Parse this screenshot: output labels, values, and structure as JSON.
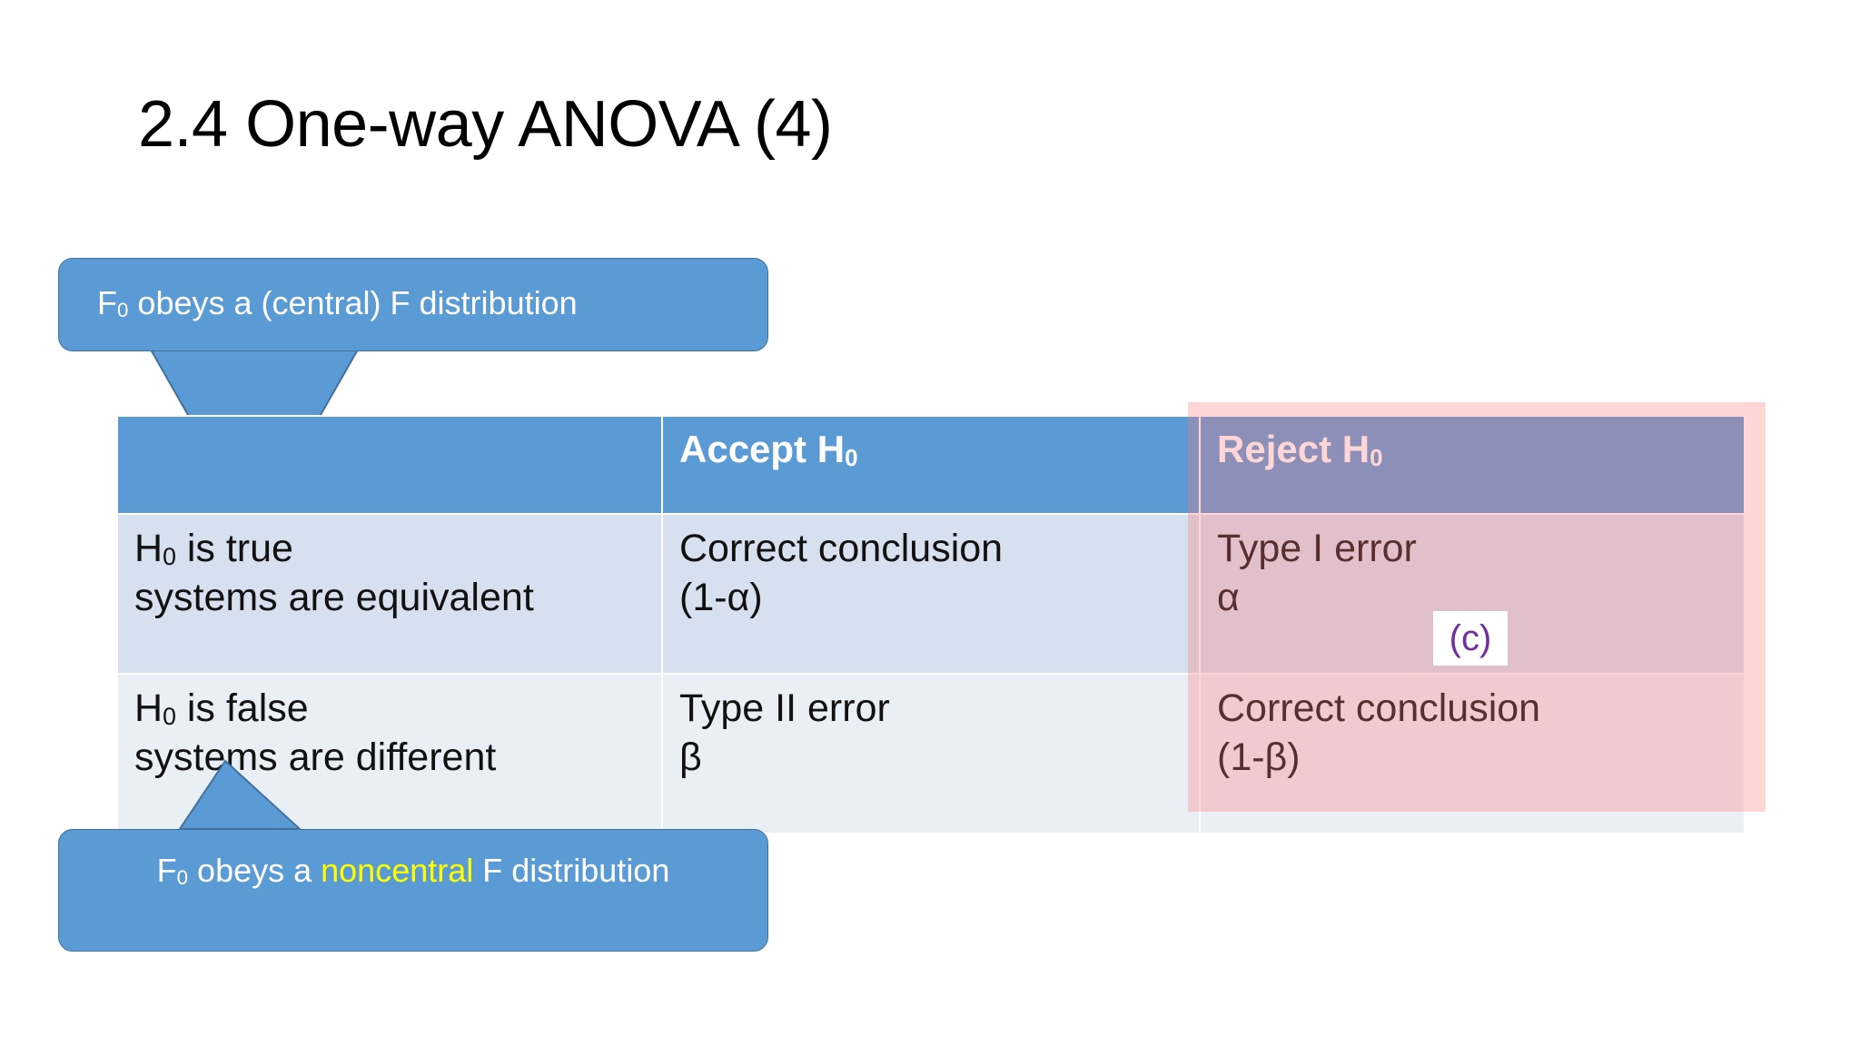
{
  "slide": {
    "title": "2.4 One-way ANOVA (4)",
    "background_color": "#FFFFFF"
  },
  "theme": {
    "accent_blue": "#5B9BD5",
    "accent_blue_outline": "#41719C",
    "row_a_fill": "#D6E0EF",
    "row_b_fill": "#EAEEF5",
    "highlight_pink": "#FF7878",
    "reject_header_tint": "#6B73AB",
    "reject_header_text": "#FFC8C8",
    "annotation_purple": "#7030A0",
    "highlight_yellow": "#FFFF00"
  },
  "table": {
    "columns": [
      "",
      "Accept H",
      "Reject H"
    ],
    "headers": [
      {
        "label": "",
        "sub": ""
      },
      {
        "label": "Accept H",
        "sub": "0"
      },
      {
        "label": "Reject H",
        "sub": "0"
      }
    ],
    "rows": [
      {
        "condition": {
          "line1_pre": "H",
          "line1_sub": "0",
          "line1_post": " is true",
          "line2": "systems are equivalent"
        },
        "accept": {
          "line1": "Correct conclusion",
          "line2": "(1-α)"
        },
        "reject": {
          "line1": "Type I error",
          "line2": "α"
        }
      },
      {
        "condition": {
          "line1_pre": "H",
          "line1_sub": "0",
          "line1_post": " is false",
          "line2": "systems are different"
        },
        "accept": {
          "line1": "Type II error",
          "line2": "β"
        },
        "reject": {
          "line1": "Correct conclusion",
          "line2": "(1-β)"
        }
      }
    ]
  },
  "annotations": {
    "c_label": "(c)"
  },
  "callouts": {
    "top": {
      "text_pre": "F",
      "text_sub": "0",
      "text_post": " obeys a (central) F distribution"
    },
    "bottom": {
      "text_pre": "F",
      "text_sub": "0",
      "text_mid": " obeys a ",
      "text_highlight": "noncentral",
      "text_post": " F distribution"
    }
  }
}
